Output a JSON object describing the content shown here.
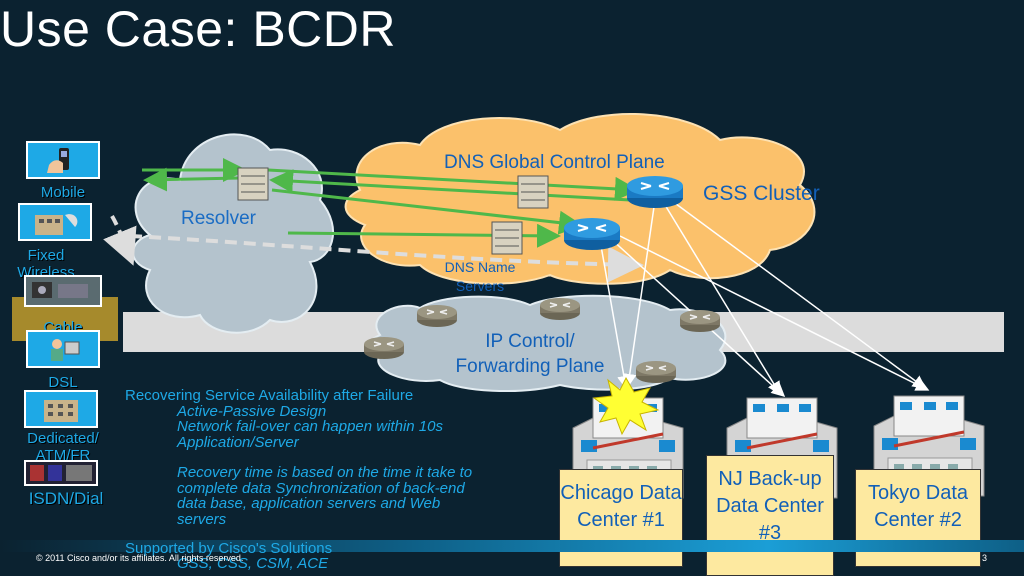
{
  "slide": {
    "title": "Use Case: BCDR"
  },
  "access_types": [
    {
      "label": "Mobile",
      "icon": "mobile-phone-icon"
    },
    {
      "label": "Fixed Wireless",
      "icon": "wireless-building-icon"
    },
    {
      "label": "Cable",
      "icon": "cable-photo-icon"
    },
    {
      "label": "DSL",
      "icon": "dsl-user-icon"
    },
    {
      "label": "Dedicated/ ATM/FR",
      "icon": "office-building-icon"
    },
    {
      "label": "ISDN/Dial",
      "icon": "isdn-photo-icon"
    }
  ],
  "clouds": {
    "resolver": "Resolver",
    "dns_global": "DNS Global Control Plane",
    "gss_cluster": "GSS Cluster",
    "dns_name_servers": "DNS Name Servers",
    "ip_control": "IP Control/ Forwarding Plane"
  },
  "data_centers": [
    {
      "label": "Chicago Data Center #1"
    },
    {
      "label": "NJ Back-up Data Center #3"
    },
    {
      "label": "Tokyo Data Center #2"
    }
  ],
  "notes": {
    "heading": "Recovering  Service Availability after Failure",
    "lines": [
      "Active-Passive Design",
      "Network fail-over can happen within 10s",
      "Application/Server",
      "",
      "Recovery time is based on the time it take to",
      "complete  data Synchronization of back-end",
      "data base, application servers and Web",
      "servers"
    ],
    "supported_heading": "Supported by Cisco's Solutions",
    "supported_line": "GSS, CSS, CSM, ACE"
  },
  "footer": {
    "copyright": "© 2011 Cisco and/or its affiliates. All rights reserved.",
    "page": "3"
  },
  "colors": {
    "background": "#0b2230",
    "accent_blue": "#1ea9e6",
    "cloud_orange": "#fbc16b",
    "cloud_grey": "#b4c3cd",
    "arrow_green": "#4fb84a",
    "label_box": "#fde9a0"
  }
}
